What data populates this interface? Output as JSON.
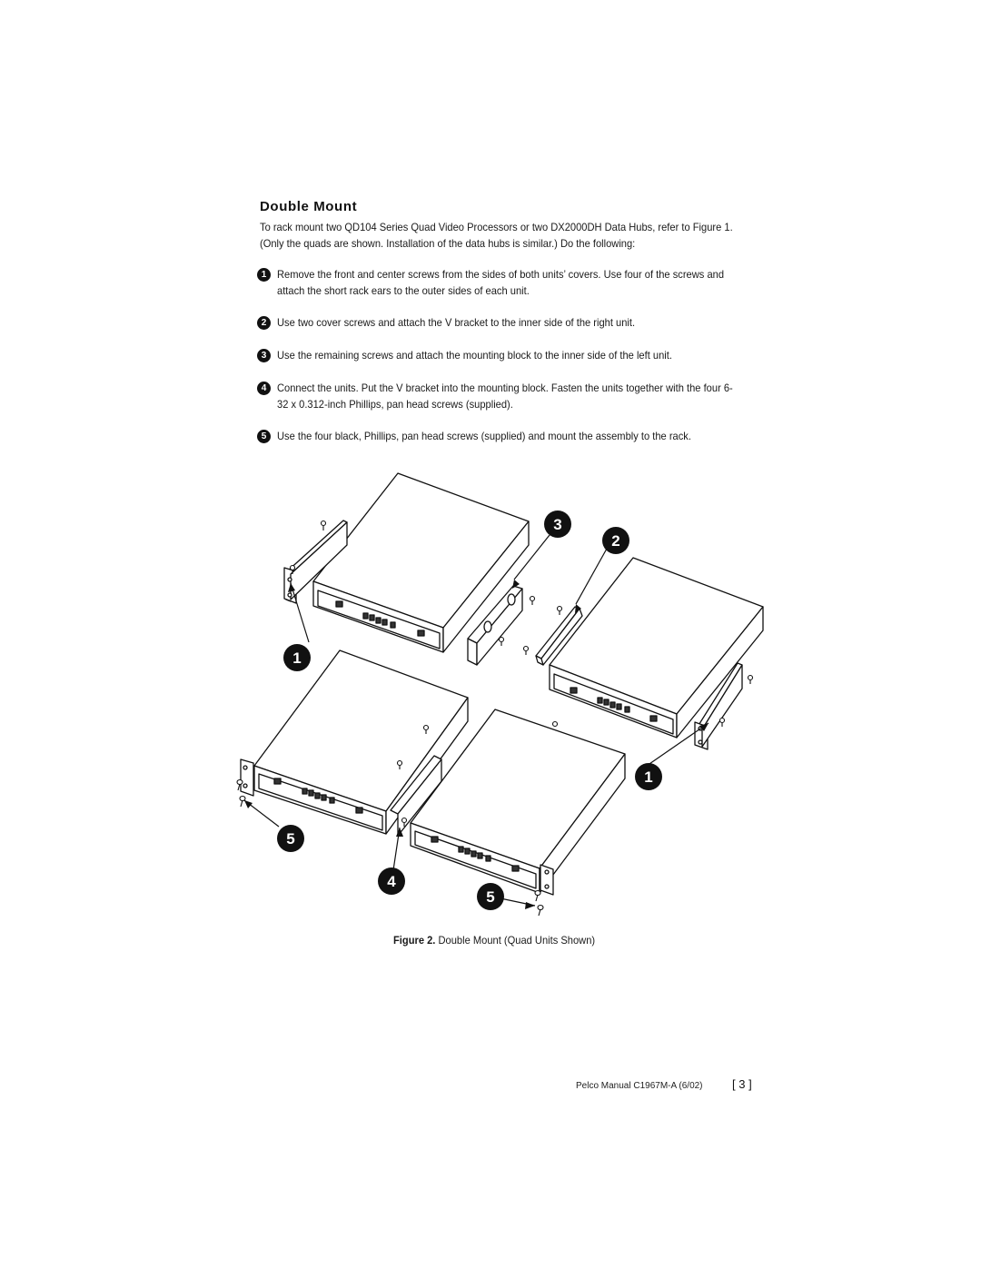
{
  "heading": "Double Mount",
  "intro": "To rack mount two QD104 Series Quad Video Processors or two DX2000DH Data Hubs, refer to Figure 1. (Only the quads are shown. Installation of the data hubs is similar.) Do the following:",
  "steps": [
    {
      "num": "1",
      "text": "Remove the front and center screws from the sides of both units’ covers. Use four of the screws and attach the short rack ears to the outer sides of each unit."
    },
    {
      "num": "2",
      "text": "Use two cover screws and attach the V bracket to the inner side of the right unit."
    },
    {
      "num": "3",
      "text": "Use the remaining screws and attach the mounting block to the inner side of the left unit."
    },
    {
      "num": "4",
      "text": "Connect the units. Put the V bracket into the mounting block. Fasten the units together with the four 6-32 x 0.312-inch Phillips, pan head screws (supplied)."
    },
    {
      "num": "5",
      "text": "Use the four black, Phillips, pan head screws (supplied) and mount the assembly to the rack."
    }
  ],
  "figure": {
    "callouts": [
      "3",
      "2",
      "1",
      "1",
      "5",
      "4",
      "5"
    ],
    "caption_label": "Figure 2.",
    "caption_text": "Double Mount (Quad Units Shown)"
  },
  "footer": {
    "manual": "Pelco Manual C1967M-A (6/02)",
    "page": "[ 3 ]"
  }
}
